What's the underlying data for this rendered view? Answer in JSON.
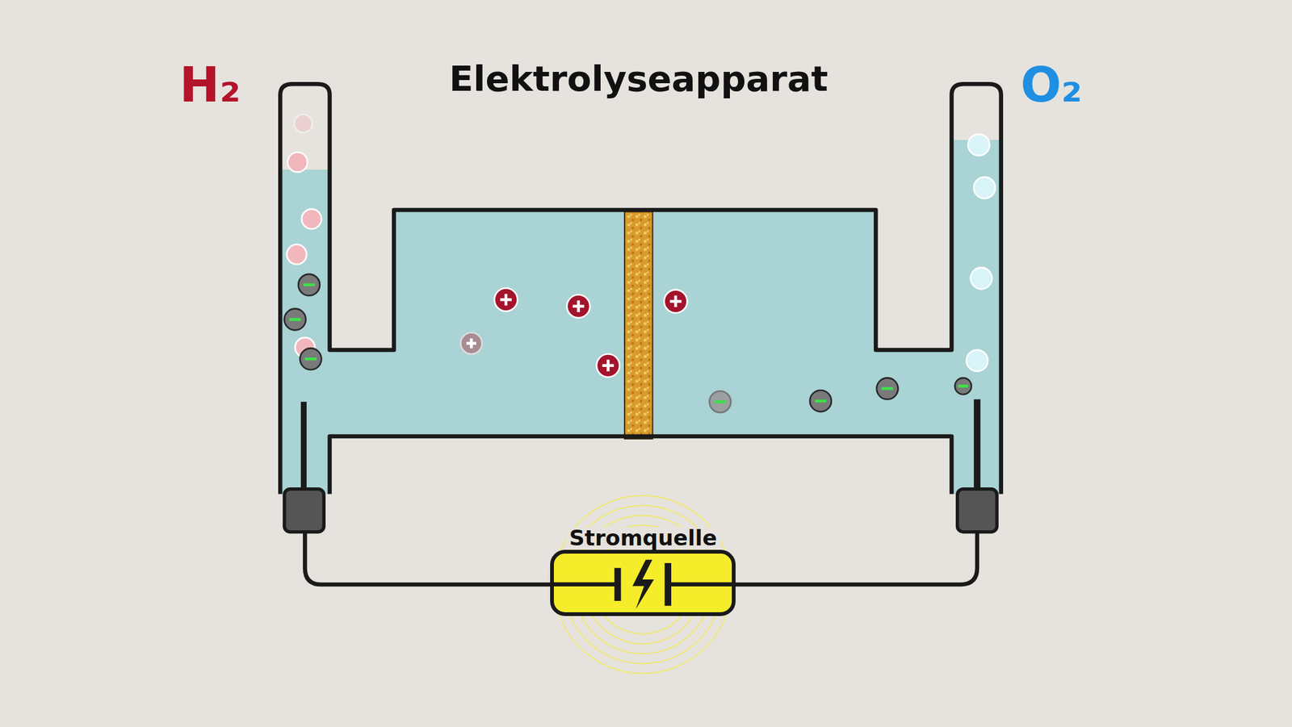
{
  "diagram": {
    "title": "Elektrolyseapparat",
    "nodes": [
      {
        "text": [
          "Stromquelle"
        ]
      }
    ],
    "labels": [
      "H₂",
      "O₂"
    ]
  }
}
